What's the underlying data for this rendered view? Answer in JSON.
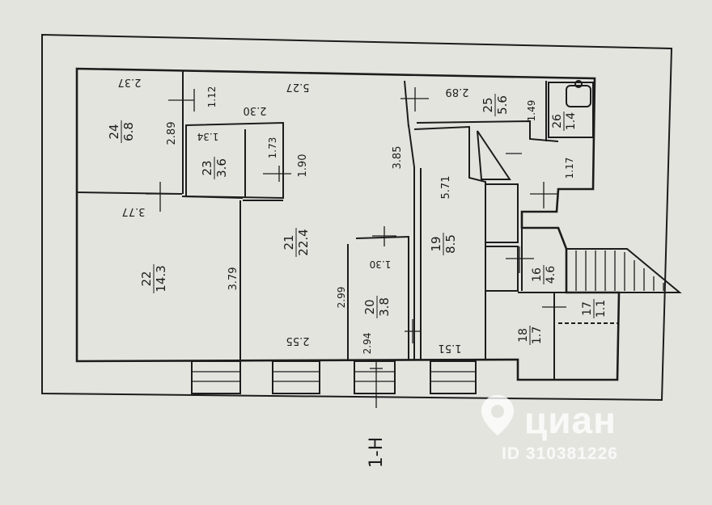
{
  "plan": {
    "section_mark": "1-Н",
    "rooms": [
      {
        "number": "24",
        "area": "6.8"
      },
      {
        "number": "23",
        "area": "3.6"
      },
      {
        "number": "22",
        "area": "14.3"
      },
      {
        "number": "21",
        "area": "22.4"
      },
      {
        "number": "20",
        "area": "3.8"
      },
      {
        "number": "19",
        "area": "8.5"
      },
      {
        "number": "25",
        "area": "5.6"
      },
      {
        "number": "26",
        "area": "1.4"
      },
      {
        "number": "16",
        "area": "4.6"
      },
      {
        "number": "17",
        "area": "1.1"
      },
      {
        "number": "18",
        "area": "1.7"
      }
    ],
    "dimensions": [
      "2.37",
      "1.12",
      "5.27",
      "2.89",
      "2.30",
      "1.34",
      "2.89",
      "1.73",
      "1.90",
      "3.85",
      "5.71",
      "1.49",
      "3.77",
      "1.17",
      "3.79",
      "1.30",
      "2.99",
      "2.55",
      "2.94",
      "1.51"
    ]
  },
  "watermark": {
    "brand": "циан",
    "listing_id": "ID 310381226"
  },
  "colors": {
    "paper": "#e4e4df",
    "ink": "#1c1c1c",
    "watermark": "#ffffff"
  }
}
